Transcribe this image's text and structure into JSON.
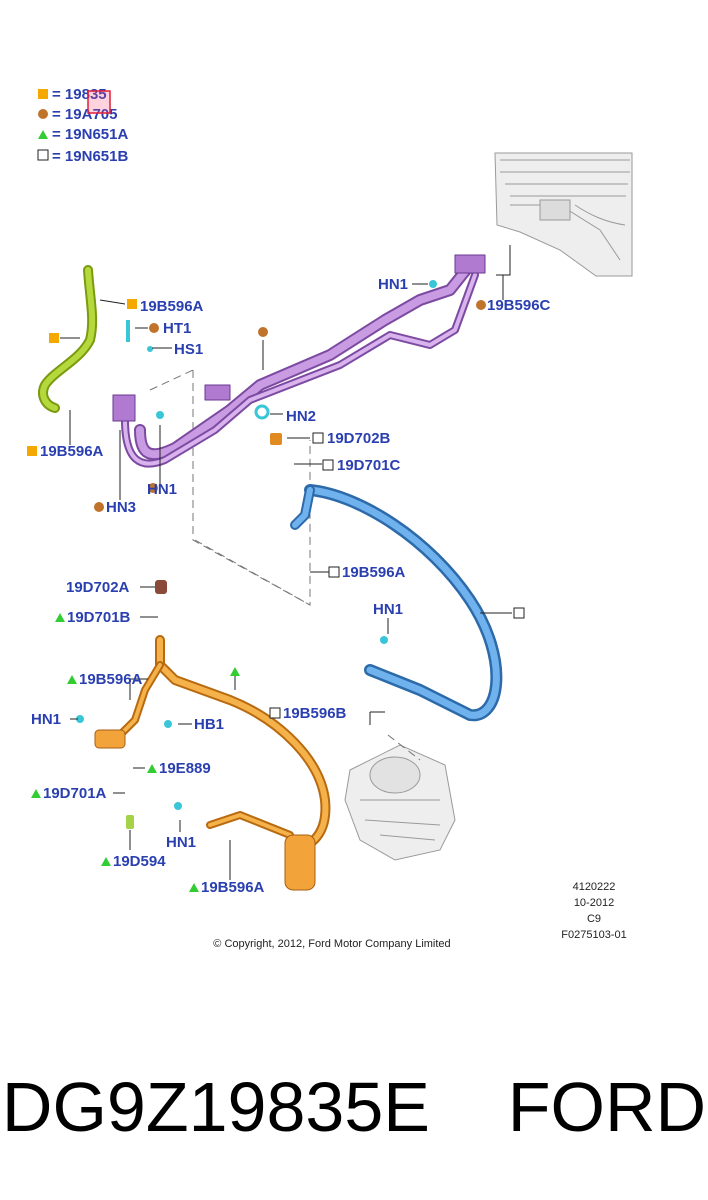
{
  "legend": [
    {
      "symbol": "square-orange",
      "text": "= 19835"
    },
    {
      "symbol": "circle-brown",
      "text": "= 19A705"
    },
    {
      "symbol": "triangle-green",
      "text": "= 19N651A"
    },
    {
      "symbol": "square-open",
      "text": "= 19N651B"
    }
  ],
  "labels": {
    "l_19B596A_top": "19B596A",
    "l_HT1": "HT1",
    "l_HS1": "HS1",
    "l_19B596A_left": "19B596A",
    "l_HN1_top": "HN1",
    "l_19B596C": "19B596C",
    "l_HN2": "HN2",
    "l_19D702B": "19D702B",
    "l_19D701C": "19D701C",
    "l_HN1_mid": "HN1",
    "l_HN3": "HN3",
    "l_19B596A_mid": "19B596A",
    "l_19D702A": "19D702A",
    "l_19D701B": "19D701B",
    "l_HN1_blue": "HN1",
    "l_19B596A_low": "19B596A",
    "l_HN1_left": "HN1",
    "l_HB1": "HB1",
    "l_19B596B": "19B596B",
    "l_19E889": "19E889",
    "l_19D701A": "19D701A",
    "l_HN1_bottom": "HN1",
    "l_19D594": "19D594",
    "l_19B596A_bottom": "19B596A"
  },
  "meta": {
    "code": "4120222",
    "date": "10-2012",
    "rev": "C9",
    "figure": "F0275103-01"
  },
  "copyright": "© Copyright, 2012, Ford Motor Company Limited",
  "part_number": "DG9Z19835E    FORD",
  "colors": {
    "label": "#2a3fb0",
    "green_hose": "#9acd32",
    "purple_pipe": "#b57ad6",
    "blue_hose": "#4a90d9",
    "orange_pipe": "#f0a030",
    "legend_square": "#f5a800",
    "legend_circle": "#c0732a",
    "legend_triangle": "#33cc33",
    "cyan_clip": "#39c6d6"
  }
}
